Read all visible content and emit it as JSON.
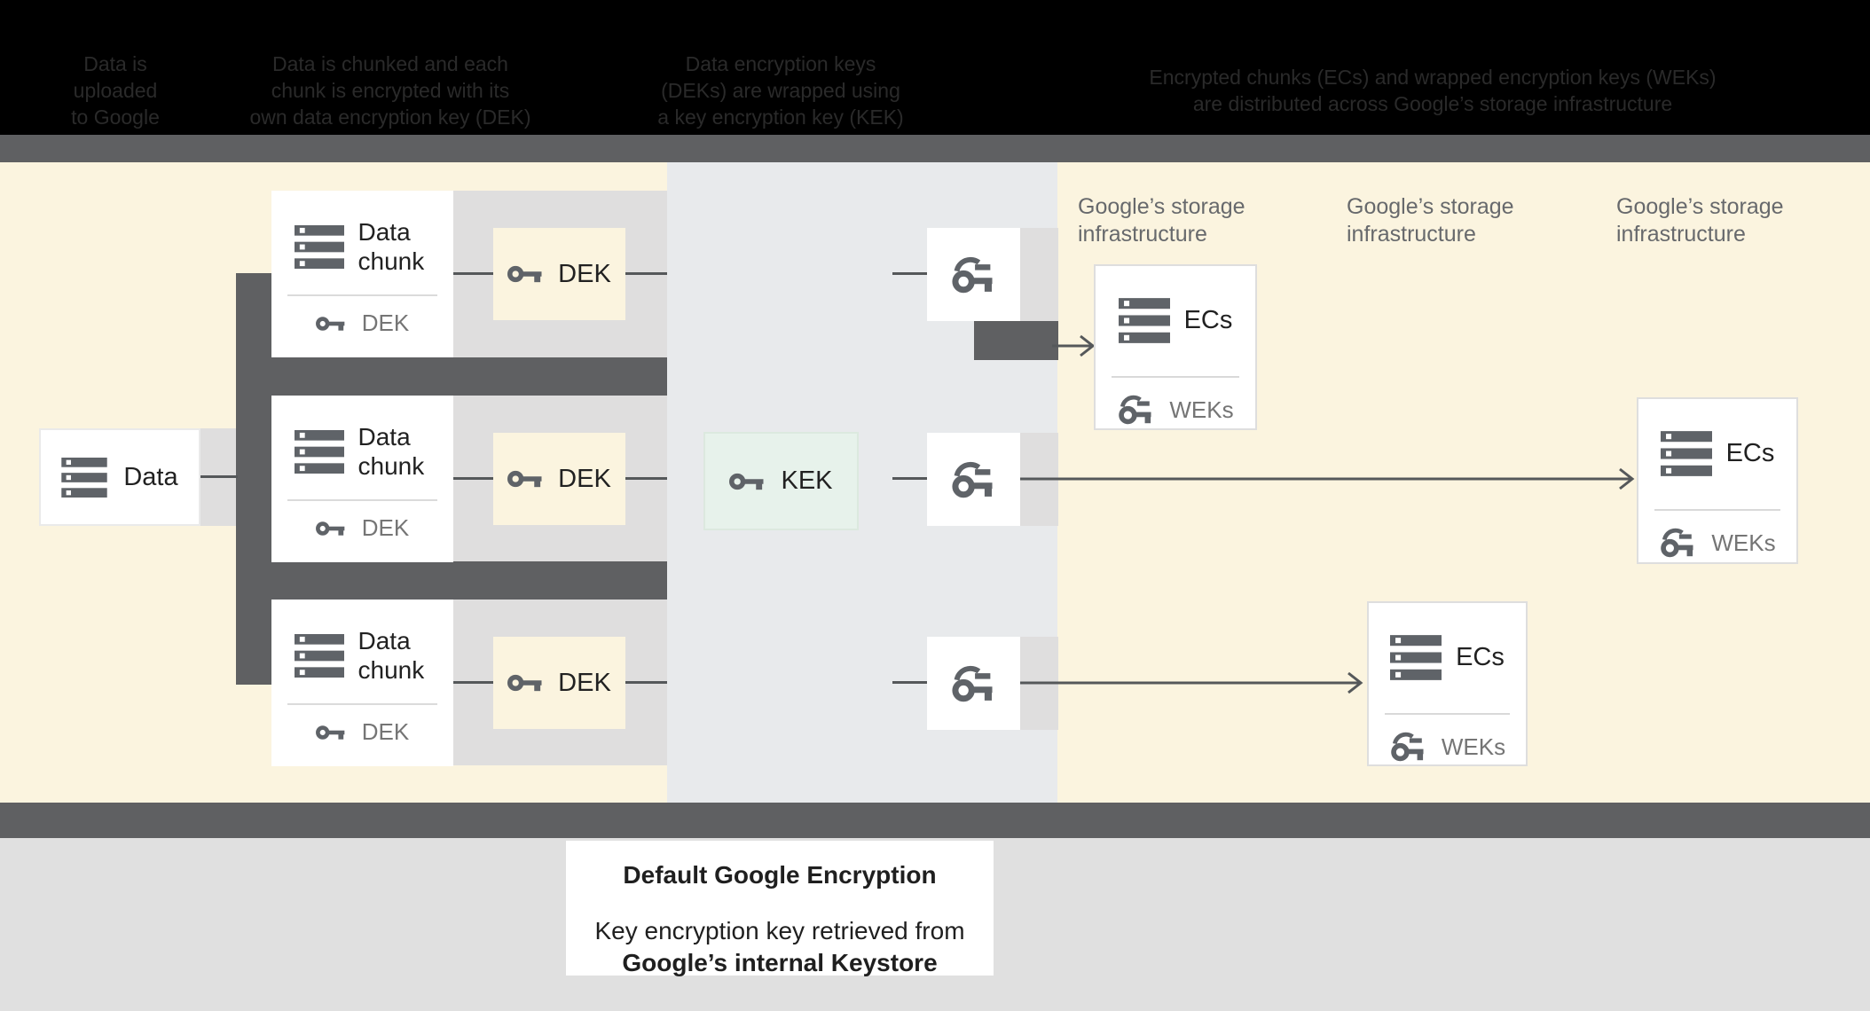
{
  "banner": {
    "columns": [
      {
        "lines": [
          "Data is",
          "uploaded",
          "to Google"
        ]
      },
      {
        "lines": [
          "Data is chunked and each",
          "chunk is encrypted with its",
          "own data encryption key (DEK)"
        ]
      },
      {
        "lines": [
          "Data encryption keys",
          "(DEKs) are wrapped using",
          "a key encryption key (KEK)"
        ]
      },
      {
        "lines": [
          "Encrypted chunks (ECs) and wrapped encryption keys (WEKs)",
          "are distributed across Google’s storage infrastructure"
        ]
      }
    ]
  },
  "diagram": {
    "data_box": {
      "label": "Data"
    },
    "chunk_cards": [
      {
        "title": "Data chunk",
        "key_label": "DEK"
      },
      {
        "title": "Data chunk",
        "key_label": "DEK"
      },
      {
        "title": "Data chunk",
        "key_label": "DEK"
      }
    ],
    "dek_boxes": [
      {
        "label": "DEK"
      },
      {
        "label": "DEK"
      },
      {
        "label": "DEK"
      }
    ],
    "kek_box": {
      "label": "KEK"
    },
    "storage_labels": [
      "Google’s storage infrastructure",
      "Google’s storage infrastructure",
      "Google’s storage infrastructure"
    ],
    "ec_cards": [
      {
        "title": "ECs",
        "key_label": "WEKs"
      },
      {
        "title": "ECs",
        "key_label": "WEKs"
      },
      {
        "title": "ECs",
        "key_label": "WEKs"
      }
    ]
  },
  "caption": {
    "title": "Default Google Encryption",
    "body_line1": "Key encryption key retrieved from",
    "body_line2": "Google’s internal Keystore"
  },
  "icons": {
    "database": "stacked-server-bars",
    "key": "key",
    "wrapped_key": "wrapped-key"
  },
  "colors": {
    "banner_black": "#000000",
    "background_cream": "#FBF4DF",
    "middle_column": "#E8EAEC",
    "band_gray": "#DFDEDE",
    "bar_gray": "#5F6062",
    "kek_mint": "#E7F2EB",
    "icon_gray": "#5F6368",
    "text_dark": "#212121",
    "text_gray": "#757575"
  }
}
